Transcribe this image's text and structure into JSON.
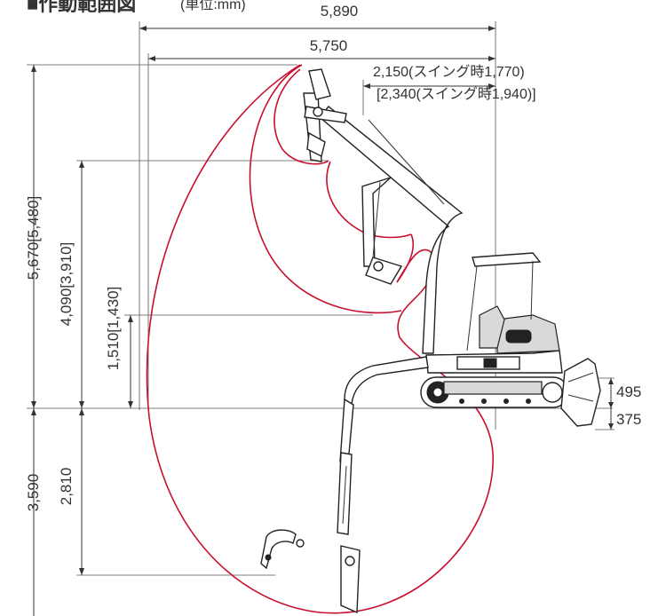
{
  "title": "■作動範囲図",
  "unit_note": "(単位:mm)",
  "dimensions": {
    "reach_overall": "5,890",
    "reach_ground": "5,750",
    "swing_radius": "2,150(スイング時1,770)",
    "swing_radius_alt": "[2,340(スイング時1,940)]",
    "max_height": "5,670[5,480]",
    "dump_height": "4,090[3,910]",
    "min_dump_height": "1,510[1,430]",
    "max_depth": "3,590",
    "vertical_wall_depth": "2,810",
    "blade_lift": "495",
    "blade_drop": "375"
  },
  "colors": {
    "envelope": "#c8102e",
    "machine_outline": "#222222",
    "dimension_line": "#333333"
  }
}
